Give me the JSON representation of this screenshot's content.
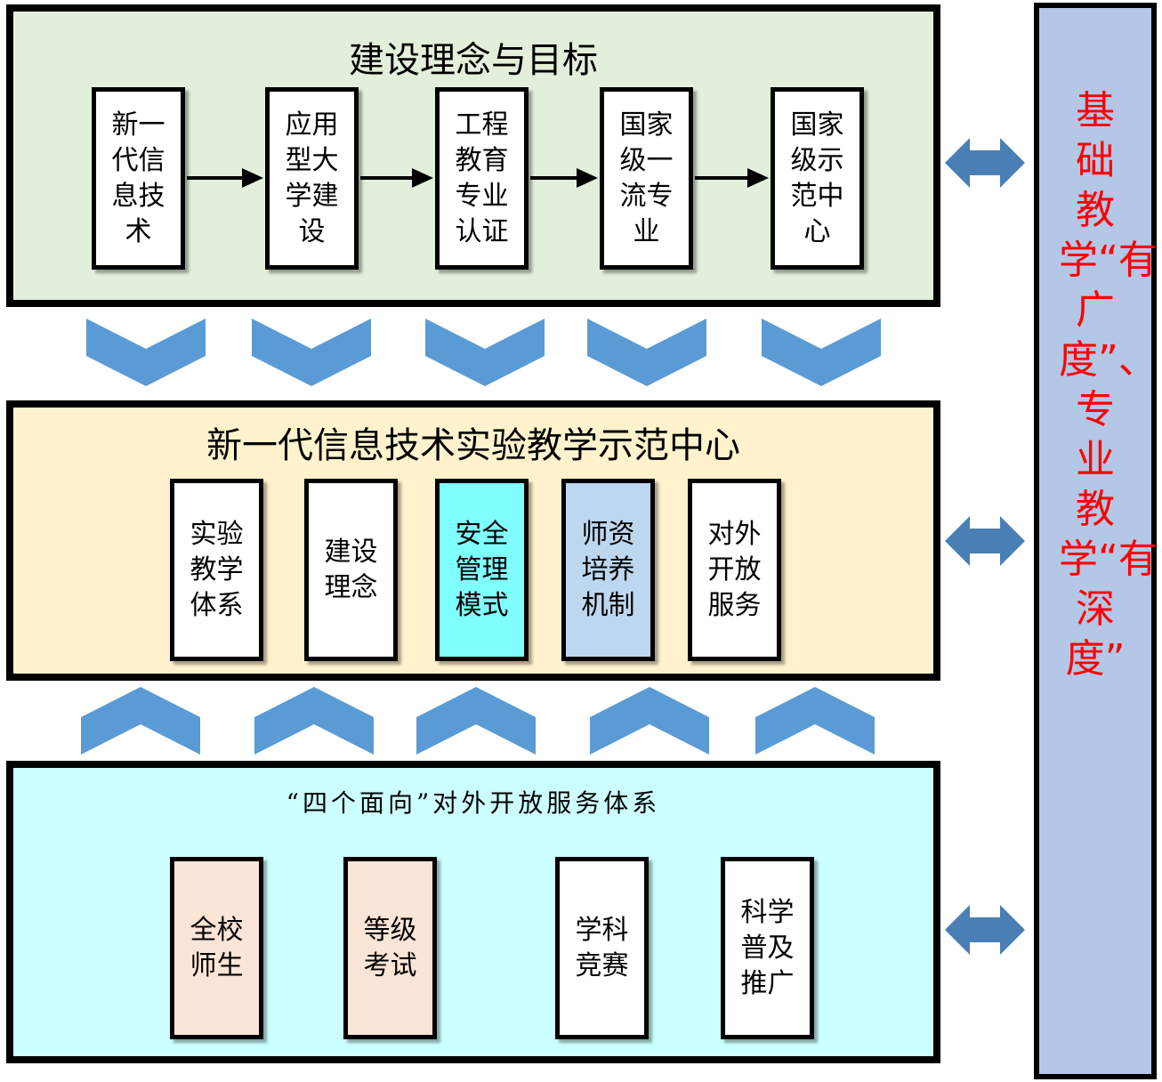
{
  "colors": {
    "top_panel_fill": "#e2efda",
    "middle_panel_fill": "#fff2cc",
    "bottom_panel_fill": "#ccffff",
    "side_panel_fill": "#b4c7e7",
    "side_text": "#ff0000",
    "chevron": "#5b9bd5",
    "double_arrow": "#4a7fb5",
    "highlight_cyan": "#80ffff",
    "highlight_blue": "#bdd7ee",
    "highlight_peach": "#fbe5d6"
  },
  "top": {
    "title": "建设理念与目标",
    "steps": [
      "新一代信息技术",
      "应用型大学建设",
      "工程教育专业认证",
      "国家级一流专业",
      "国家级示范中心"
    ]
  },
  "middle": {
    "title": "新一代信息技术实验教学示范中心",
    "items": [
      "实验教学体系",
      "建设理念",
      "安全管理模式",
      "师资培养机制",
      "对外开放服务"
    ]
  },
  "bottom": {
    "title": "“四个面向”对外开放服务体系",
    "items": [
      "全校师生",
      "等级考试",
      "学科竞赛",
      "科学普及推广"
    ]
  },
  "side": {
    "text": "基础教学“有广度”、专业教学“有深度”"
  }
}
